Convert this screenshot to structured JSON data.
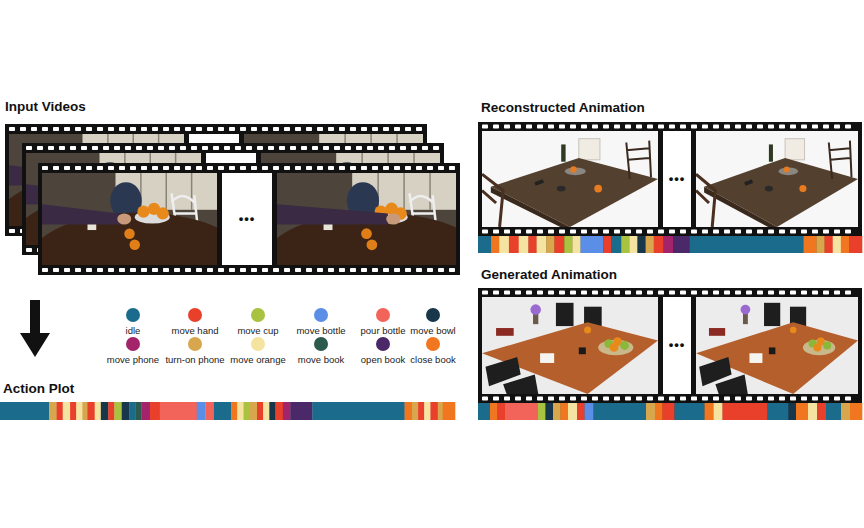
{
  "diagram": {
    "labels": [
      "Input Videos",
      "•••",
      "Action Plot",
      "Reconstructed Animation",
      "•••",
      "Generated Animation",
      "•••"
    ],
    "legend": [
      {
        "text": "idle",
        "color": "#1b6b8c"
      },
      {
        "text": "move hand",
        "color": "#e8402a"
      },
      {
        "text": "move cup",
        "color": "#a9c23f"
      },
      {
        "text": "move bottle",
        "color": "#5b8ee6"
      },
      {
        "text": "pour bottle",
        "color": "#f26459"
      },
      {
        "text": "move bowl",
        "color": "#18374a"
      },
      {
        "text": "move phone",
        "color": "#a3246b"
      },
      {
        "text": "turn-on phone",
        "color": "#d7a64d"
      },
      {
        "text": "move orange",
        "color": "#f4e3a1"
      },
      {
        "text": "move book",
        "color": "#2c5a4c"
      },
      {
        "text": "open book",
        "color": "#4b2867"
      },
      {
        "text": "close book",
        "color": "#f0761f"
      }
    ]
  }
}
